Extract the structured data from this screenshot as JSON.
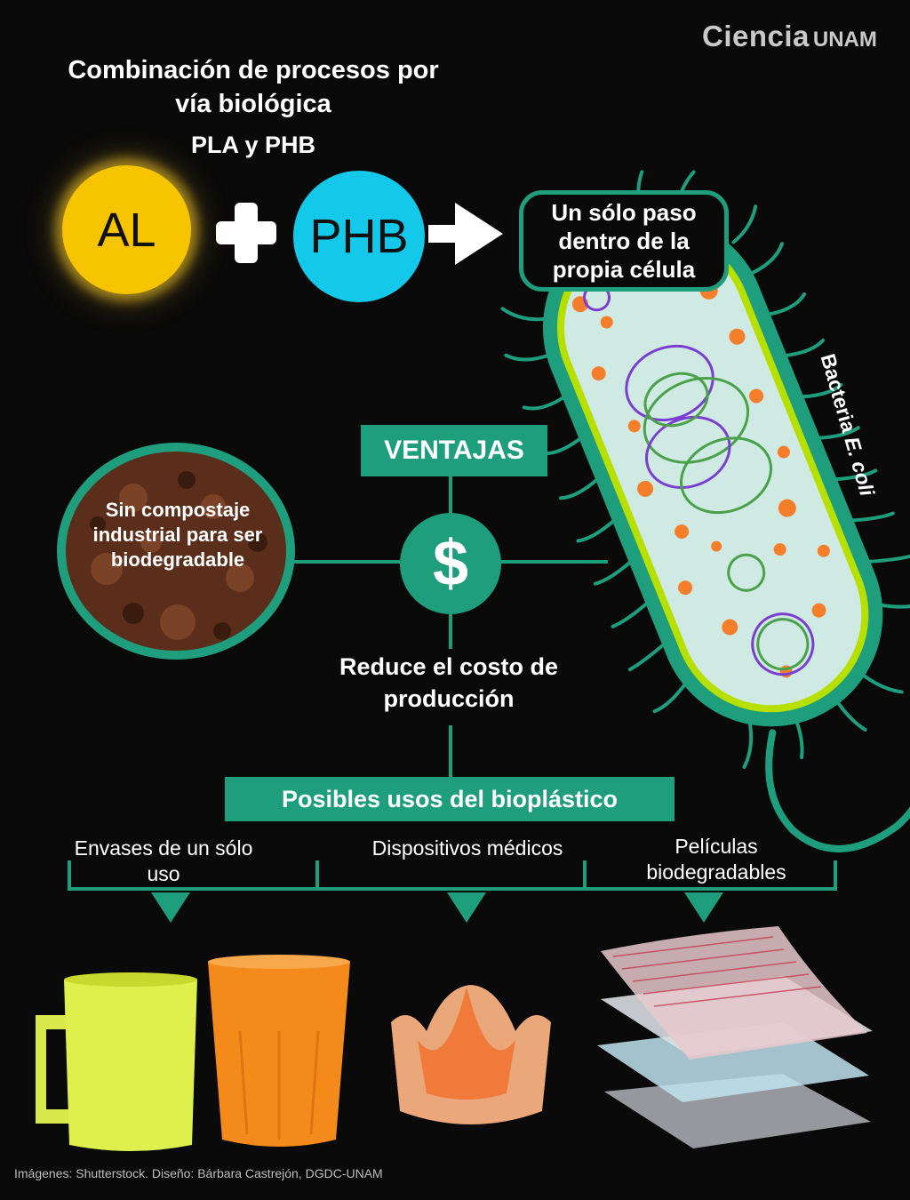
{
  "brand": {
    "name": "Ciencia",
    "suffix": "UNAM"
  },
  "header": {
    "title": "Combinación de procesos por vía biológica",
    "subtitle": "PLA y PHB"
  },
  "process": {
    "left_label": "AL",
    "plus": "+",
    "right_label": "PHB",
    "result": "Un sólo paso dentro de la propia célula"
  },
  "bacteria": {
    "label_prefix": "Bacteria ",
    "label_italic": "E. coli"
  },
  "advantages": {
    "title": "VENTAJAS",
    "symbol": "$",
    "left": "Sin compostaje industrial para ser biodegradable",
    "bottom": "Reduce el costo de producción"
  },
  "uses": {
    "title": "Posibles usos del bioplástico",
    "items": [
      "Envases de un sólo uso",
      "Dispositivos médicos",
      "Películas biodegradables"
    ]
  },
  "credits": "Imágenes: Shutterstock. Diseño: Bárbara Castrejón, DGDC-UNAM",
  "colors": {
    "teal": "#1f9e7d",
    "yellow": "#f6c400",
    "cyan": "#14c8ea",
    "orange": "#f57e2a",
    "background": "#0a0a0a"
  }
}
